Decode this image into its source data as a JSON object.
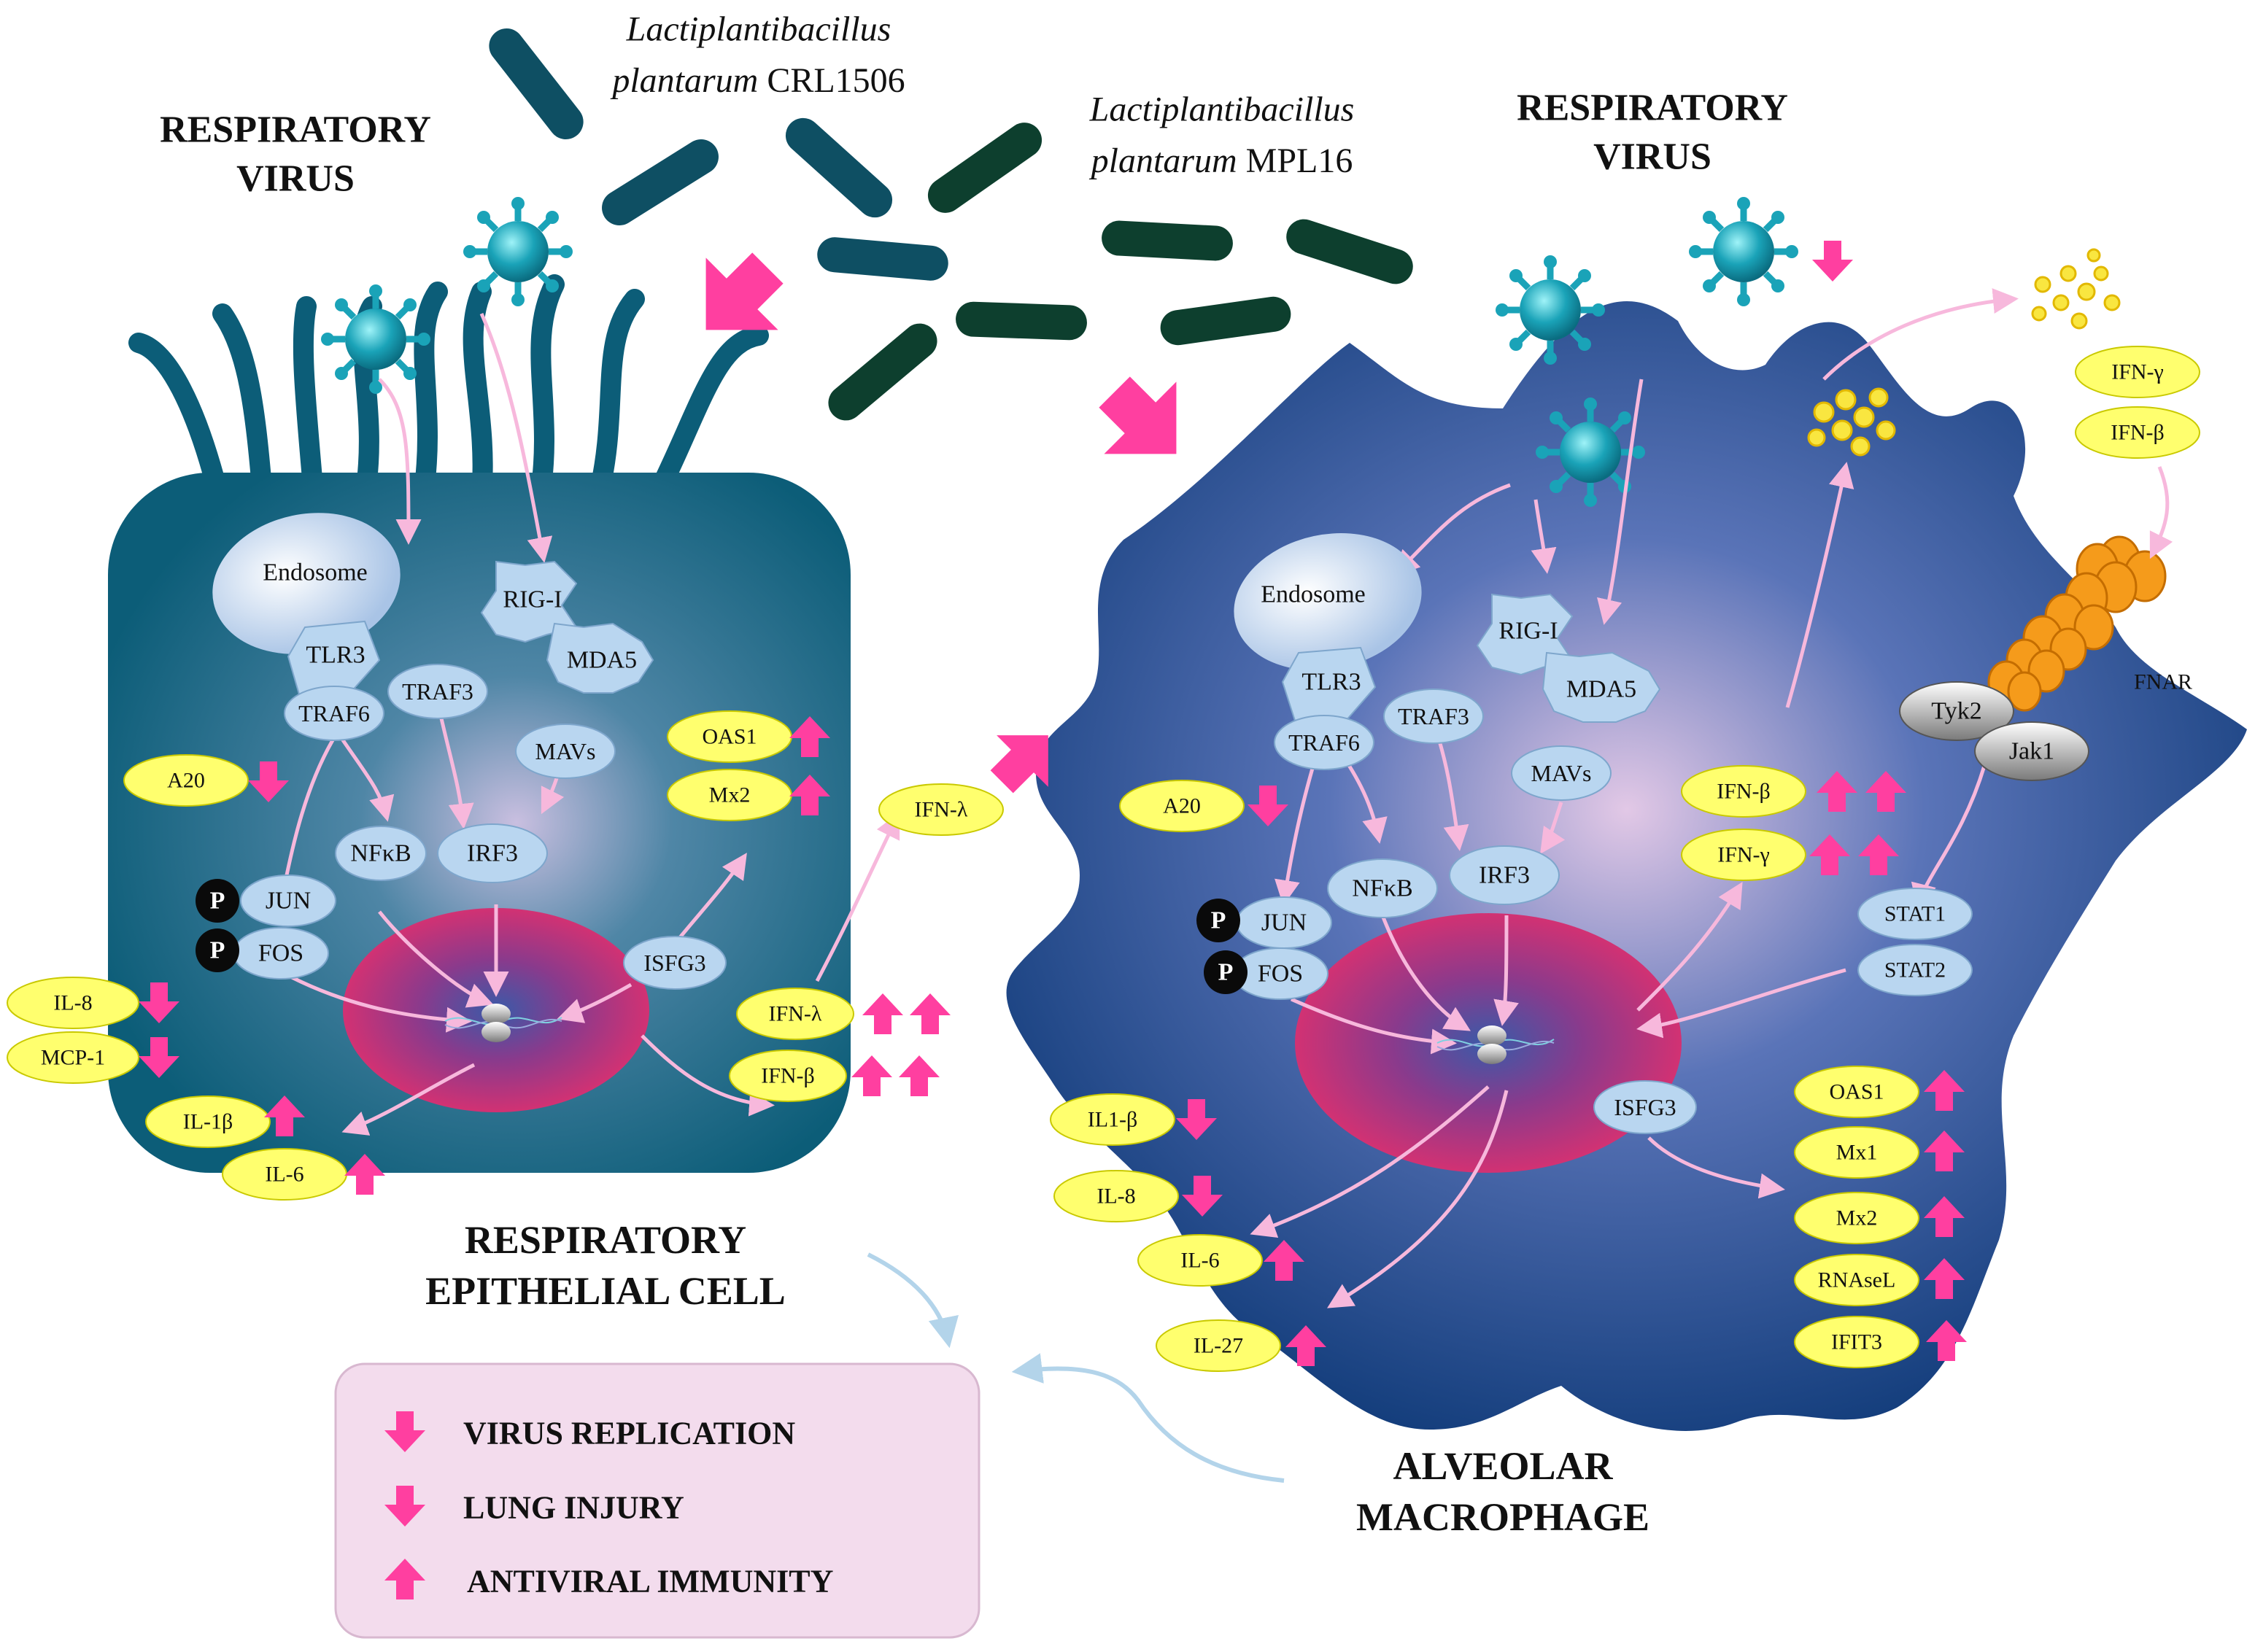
{
  "bacteria": {
    "strain1": {
      "genus": "Lactiplantibacillus",
      "species": "plantarum",
      "code": "CRL1506"
    },
    "strain2": {
      "genus": "Lactiplantibacillus",
      "species": "plantarum",
      "code": "MPL16"
    },
    "color1": "#0e4f63",
    "color2": "#0d3f2e"
  },
  "virus": {
    "left_title": [
      "RESPIRATORY",
      "VIRUS"
    ],
    "right_title": [
      "RESPIRATORY",
      "VIRUS"
    ]
  },
  "epithelial": {
    "title": [
      "RESPIRATORY",
      "EPITHELIAL CELL"
    ],
    "endosome": "Endosome",
    "tlr3": "TLR3",
    "traf3": "TRAF3",
    "traf6": "TRAF6",
    "rigi": "RIG-I",
    "mda5": "MDA5",
    "mavs": "MAVs",
    "nfkb": "NFκB",
    "irf3": "IRF3",
    "jun": "JUN",
    "fos": "FOS",
    "p": "P",
    "isfg3": "ISFG3",
    "a20": "A20",
    "oas1": "OAS1",
    "mx2": "Mx2",
    "ifn_lambda_out": "IFN-λ",
    "ifn_lambda": "IFN-λ",
    "ifn_beta": "IFN-β",
    "il8": "IL-8",
    "mcp1": "MCP-1",
    "il1b": "IL-1β",
    "il6": "IL-6"
  },
  "macrophage": {
    "title": [
      "ALVEOLAR",
      "MACROPHAGE"
    ],
    "endosome": "Endosome",
    "tlr3": "TLR3",
    "traf3": "TRAF3",
    "traf6": "TRAF6",
    "rigi": "RIG-I",
    "mda5": "MDA5",
    "mavs": "MAVs",
    "nfkb": "NFκB",
    "irf3": "IRF3",
    "jun": "JUN",
    "fos": "FOS",
    "p": "P",
    "isfg3": "ISFG3",
    "a20": "A20",
    "ifn_beta": "IFN-β",
    "ifn_gamma": "IFN-γ",
    "ifn_gamma_out": "IFN-γ",
    "ifn_beta_out": "IFN-β",
    "fnar": "FNAR",
    "tyk2": "Tyk2",
    "jak1": "Jak1",
    "stat1": "STAT1",
    "stat2": "STAT2",
    "il1b": "IL1-β",
    "il8": "IL-8",
    "il6": "IL-6",
    "il27": "IL-27",
    "oas1": "OAS1",
    "mx1": "Mx1",
    "mx2": "Mx2",
    "rnasel": "RNAseL",
    "ifit3": "IFIT3"
  },
  "legend": {
    "items": [
      "VIRUS REPLICATION",
      "LUNG INJURY",
      "ANTIVIRAL IMMUNITY"
    ]
  },
  "colors": {
    "arrow_pink": "#ff3fa0",
    "cell_teal": "#0c5d78",
    "macro_dark": "#0f3a78",
    "nucleus": "#c2185b",
    "oval_blue": "#b9d6f0",
    "oval_yellow": "#ffff6e",
    "legend_bg": "#f3dced"
  }
}
